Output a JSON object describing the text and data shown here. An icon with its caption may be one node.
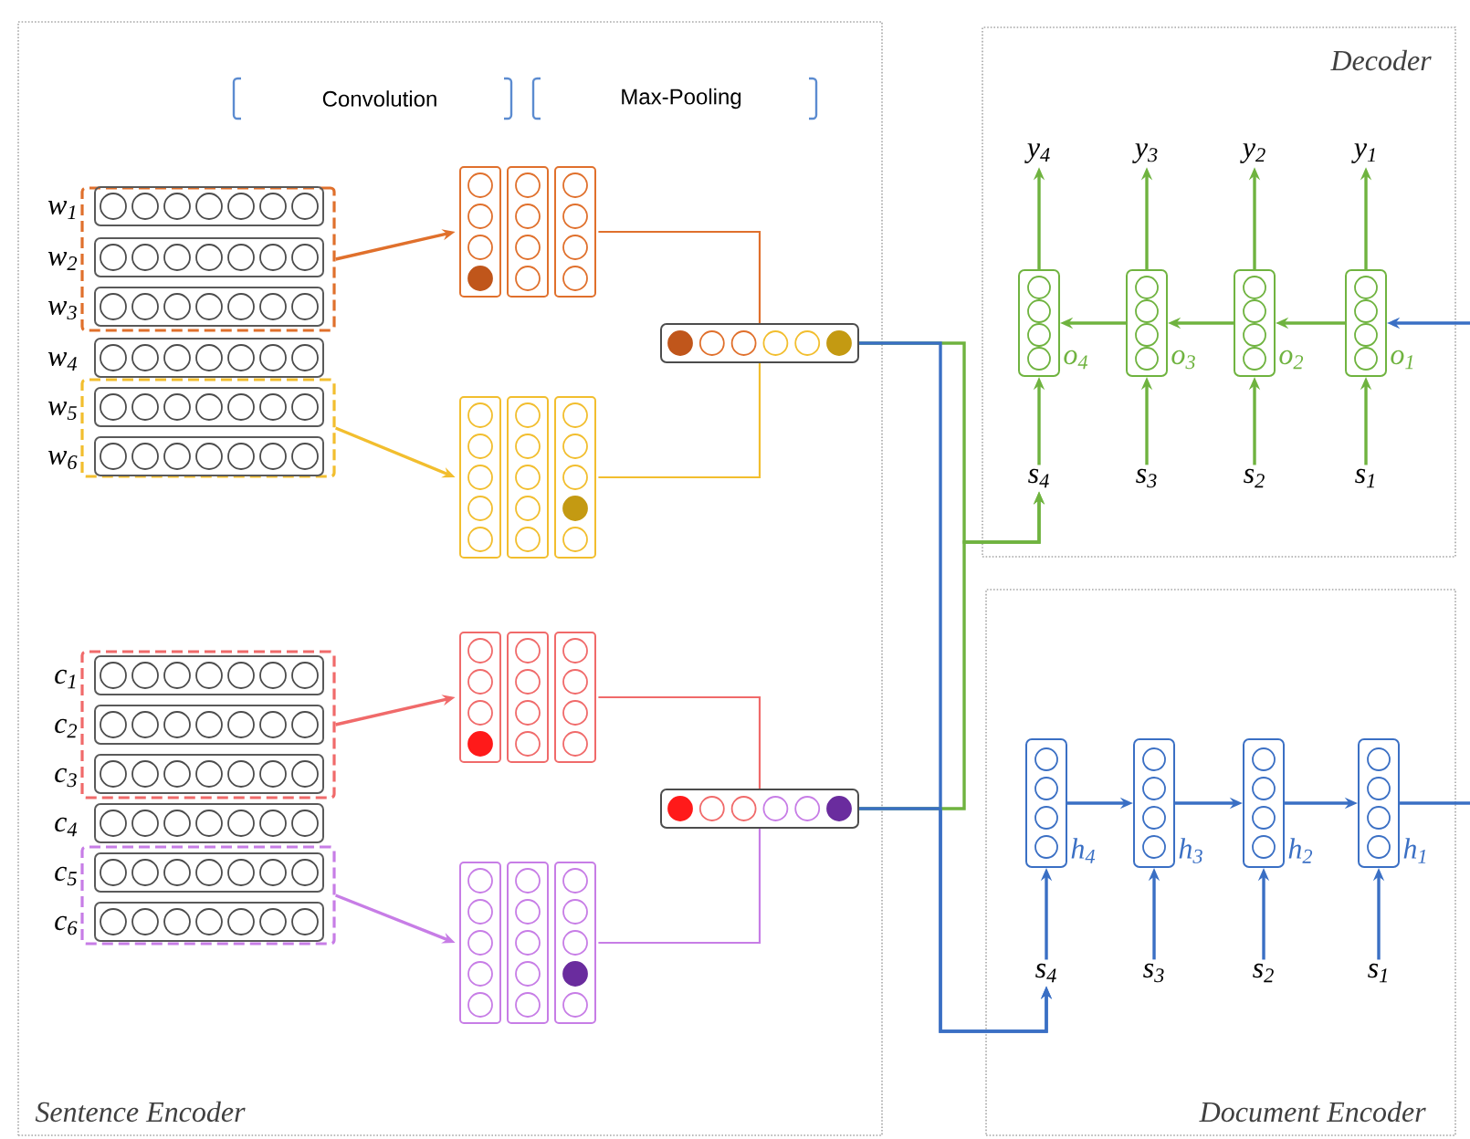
{
  "diagram": {
    "nodes": [
      {
        "text": [
          "Sentence Encoder"
        ]
      },
      {
        "text": [
          "Decoder"
        ]
      },
      {
        "text": [
          "Document Encoder"
        ]
      },
      {
        "text": [],
        "shape": "box",
        "in": 0
      },
      {
        "text": [],
        "shape": "box",
        "in": 0
      },
      {
        "text": [],
        "shape": "box",
        "in": 0
      },
      {
        "text": [],
        "shape": "box",
        "in": 0
      },
      {
        "text": [],
        "shape": "box",
        "in": 3,
        "beside": [
          "w$_{1}$"
        ]
      },
      {
        "text": [],
        "shape": "box",
        "in": 3,
        "beside": [
          "w$_{2}$"
        ]
      },
      {
        "text": [],
        "shape": "box",
        "in": 3,
        "beside": [
          "w$_{3}$"
        ]
      },
      {
        "text": [],
        "shape": "box",
        "in": 0,
        "beside": [
          "w$_{4}$"
        ]
      },
      {
        "text": [],
        "shape": "box",
        "in": 4,
        "beside": [
          "w$_{5}$"
        ]
      },
      {
        "text": [],
        "shape": "box",
        "in": 4,
        "beside": [
          "w$_{6}$"
        ]
      },
      {
        "text": [],
        "shape": "box",
        "in": 5,
        "beside": [
          "c$_{1}$"
        ]
      },
      {
        "text": [],
        "shape": "box",
        "in": 5,
        "beside": [
          "c$_{2}$"
        ]
      },
      {
        "text": [],
        "shape": "box",
        "in": 5,
        "beside": [
          "c$_{3}$"
        ]
      },
      {
        "text": [],
        "shape": "box",
        "in": 0,
        "beside": [
          "c$_{4}$"
        ]
      },
      {
        "text": [],
        "shape": "box",
        "in": 6,
        "beside": [
          "c$_{5}$"
        ]
      },
      {
        "text": [],
        "shape": "box",
        "in": 6,
        "beside": [
          "c$_{6}$"
        ]
      },
      {
        "text": [],
        "shape": "box",
        "in": 0
      },
      {
        "text": [],
        "shape": "box",
        "in": 0
      },
      {
        "text": [],
        "shape": "box",
        "in": 0
      },
      {
        "text": [],
        "shape": "box",
        "in": 0
      },
      {
        "text": [],
        "shape": "box",
        "in": 0
      },
      {
        "text": [],
        "shape": "box",
        "in": 0
      },
      {
        "text": [
          "y$_{4}$"
        ],
        "in": 1
      },
      {
        "text": [
          "y$_{3}$"
        ],
        "in": 1
      },
      {
        "text": [
          "y$_{2}$"
        ],
        "in": 1
      },
      {
        "text": [
          "y$_{1}$"
        ],
        "in": 1
      },
      {
        "text": [],
        "shape": "box",
        "in": 1,
        "beside": [
          "o$_{4}$"
        ]
      },
      {
        "text": [],
        "shape": "box",
        "in": 1,
        "beside": [
          "o$_{3}$"
        ]
      },
      {
        "text": [],
        "shape": "box",
        "in": 1,
        "beside": [
          "o$_{2}$"
        ]
      },
      {
        "text": [],
        "shape": "box",
        "in": 1,
        "beside": [
          "o$_{1}$"
        ]
      },
      {
        "text": [
          "s$_{4}$"
        ],
        "in": 1
      },
      {
        "text": [
          "s$_{3}$"
        ],
        "in": 1
      },
      {
        "text": [
          "s$_{2}$"
        ],
        "in": 1
      },
      {
        "text": [
          "s$_{1}$"
        ],
        "in": 1
      },
      {
        "text": [],
        "shape": "box",
        "in": 2,
        "beside": [
          "h$_{4}$"
        ]
      },
      {
        "text": [],
        "shape": "box",
        "in": 2,
        "beside": [
          "h$_{3}$"
        ]
      },
      {
        "text": [],
        "shape": "box",
        "in": 2,
        "beside": [
          "h$_{2}$"
        ]
      },
      {
        "text": [],
        "shape": "box",
        "in": 2,
        "beside": [
          "h$_{1}$"
        ]
      },
      {
        "text": [
          "s$_{4}$"
        ],
        "in": 2
      },
      {
        "text": [
          "s$_{3}$"
        ],
        "in": 2
      },
      {
        "text": [
          "s$_{2}$"
        ],
        "in": 2
      },
      {
        "text": [
          "s$_{1}$"
        ],
        "in": 2
      }
    ],
    "edges": [
      {
        "from": 3,
        "to": 19,
        "arrow": "to",
        "color": "#e0702c"
      },
      {
        "from": 4,
        "to": 20,
        "arrow": "to",
        "color": "#f2be2e"
      },
      {
        "from": 5,
        "to": 21,
        "arrow": "to",
        "color": "#f06a6a"
      },
      {
        "from": 6,
        "to": 22,
        "arrow": "to",
        "color": "#c77de6"
      },
      {
        "from": 19,
        "to": 23,
        "arrow": "none",
        "color": "#e0702c"
      },
      {
        "from": 20,
        "to": 23,
        "arrow": "none",
        "color": "#f2be2e"
      },
      {
        "from": 21,
        "to": 24,
        "arrow": "none",
        "color": "#f06a6a"
      },
      {
        "from": 22,
        "to": 24,
        "arrow": "none",
        "color": "#c77de6"
      },
      {
        "from": 23,
        "to": 33,
        "arrow": "to"
      },
      {
        "from": 23,
        "to": 41,
        "arrow": "to",
        "color": "#3a6fc4"
      },
      {
        "from": 24,
        "to": 33,
        "arrow": "to"
      },
      {
        "from": 24,
        "to": 41,
        "arrow": "to",
        "color": "#3a6fc4"
      },
      {
        "from": 33,
        "to": 29,
        "arrow": "to"
      },
      {
        "from": 34,
        "to": 30,
        "arrow": "to"
      },
      {
        "from": 35,
        "to": 31,
        "arrow": "to"
      },
      {
        "from": 36,
        "to": 32,
        "arrow": "to"
      },
      {
        "from": 29,
        "to": 25,
        "arrow": "to"
      },
      {
        "from": 30,
        "to": 26,
        "arrow": "to"
      },
      {
        "from": 31,
        "to": 27,
        "arrow": "to"
      },
      {
        "from": 32,
        "to": 28,
        "arrow": "to"
      },
      {
        "from": 32,
        "to": 31,
        "arrow": "to"
      },
      {
        "from": 31,
        "to": 30,
        "arrow": "to"
      },
      {
        "from": 30,
        "to": 29,
        "arrow": "to"
      },
      {
        "from": 41,
        "to": 37,
        "arrow": "to",
        "color": "#3a6fc4"
      },
      {
        "from": 42,
        "to": 38,
        "arrow": "to",
        "color": "#3a6fc4"
      },
      {
        "from": 43,
        "to": 39,
        "arrow": "to",
        "color": "#3a6fc4"
      },
      {
        "from": 44,
        "to": 40,
        "arrow": "to",
        "color": "#3a6fc4"
      },
      {
        "from": 37,
        "to": 38,
        "arrow": "to",
        "color": "#3a6fc4"
      },
      {
        "from": 38,
        "to": 39,
        "arrow": "to",
        "color": "#3a6fc4"
      },
      {
        "from": 39,
        "to": 40,
        "arrow": "to",
        "color": "#3a6fc4"
      },
      {
        "from": 40,
        "to": null,
        "arrow": "none",
        "color": "#3a6fc4"
      },
      {
        "from": null,
        "to": 32,
        "arrow": "to",
        "color": "#3a6fc4"
      }
    ],
    "labels": [
      "Convolution",
      "Max-Pooling"
    ]
  }
}
